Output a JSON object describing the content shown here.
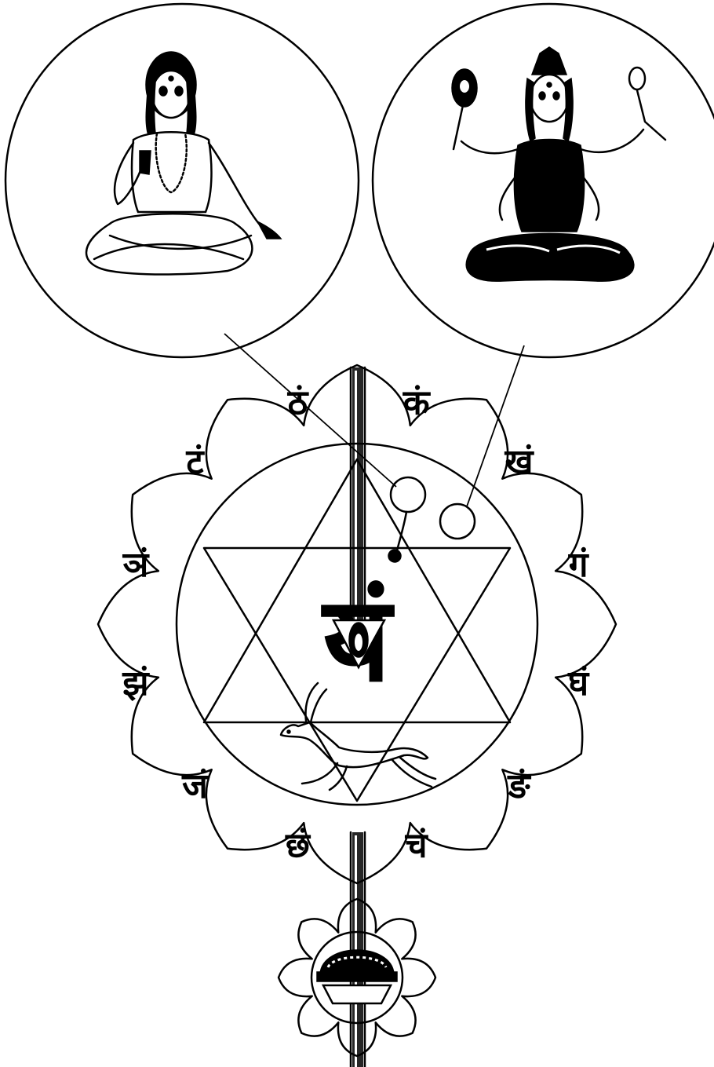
{
  "petal_letters": [
    "कं",
    "खं",
    "गं",
    "घं",
    "ङं",
    "चं",
    "छं",
    "जं",
    "झं",
    "ञं",
    "टं",
    "ठं"
  ],
  "bija_mantra": "यं",
  "colors": {
    "ink": "#000000",
    "paper": "#ffffff"
  },
  "figures": {
    "left": "male-deity-seated-in-meditation",
    "right": "four-armed-goddess-seated"
  },
  "vehicle": "black-buck-antelope",
  "lower_emblem": "lotus-with-shrine"
}
